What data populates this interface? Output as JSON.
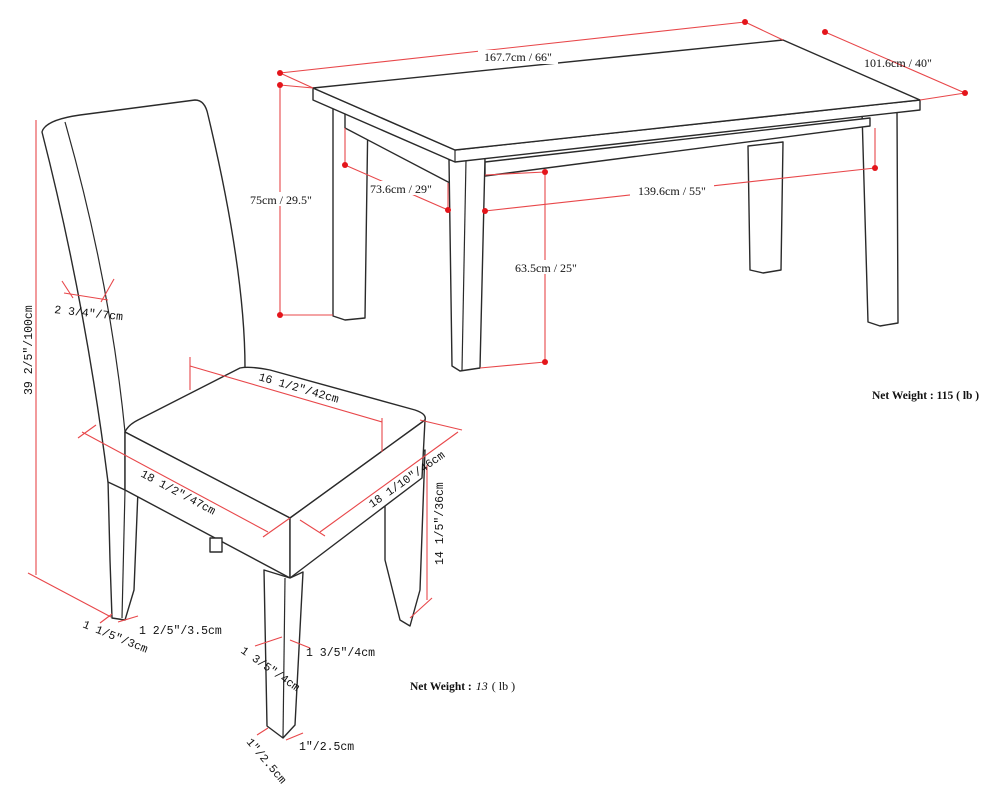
{
  "table": {
    "length": "167.7cm / 66\"",
    "width": "101.6cm / 40\"",
    "height": "75cm / 29.5\"",
    "inner_depth": "73.6cm / 29\"",
    "inner_length": "139.6cm / 55\"",
    "clearance": "63.5cm / 25\"",
    "net_weight_label": "Net Weight : 115 ( lb )"
  },
  "chair": {
    "back_thickness": "2 3/4\"/7cm",
    "height": "39 2/5\"/100cm",
    "seat_back_width": "16 1/2\"/42cm",
    "seat_width": "18 1/2\"/47cm",
    "seat_depth": "18 1/10\"/46cm",
    "leg_height": "14 1/5\"/36cm",
    "rear_leg_a": "1 1/5\"/3cm",
    "rear_leg_b": "1 2/5\"/3.5cm",
    "front_leg_top_a": "1 3/5\"/4cm",
    "front_leg_top_b": "1 3/5\"/4cm",
    "front_leg_foot_a": "1\"/2.5cm",
    "front_leg_foot_b": "1\"/2.5cm",
    "net_weight_label": "Net Weight :",
    "net_weight_value": "13",
    "net_weight_unit": "( lb )"
  },
  "colors": {
    "dimension": "#e8474a",
    "dot": "#e4151b",
    "outline": "#2a2a2a"
  }
}
